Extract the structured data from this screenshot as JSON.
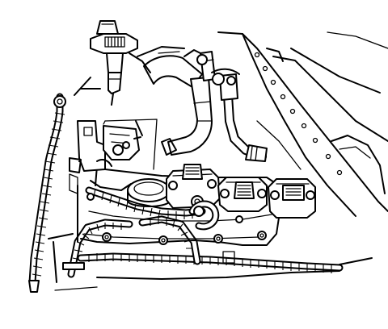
{
  "illustration": {
    "parts": [
      "sensor-connector",
      "valve-cover",
      "ignition-coil",
      "wiring-harness",
      "coolant-hose",
      "fuel-rail",
      "mounting-bolt"
    ],
    "colors": {
      "line": "#000000",
      "background": "#ffffff"
    }
  }
}
